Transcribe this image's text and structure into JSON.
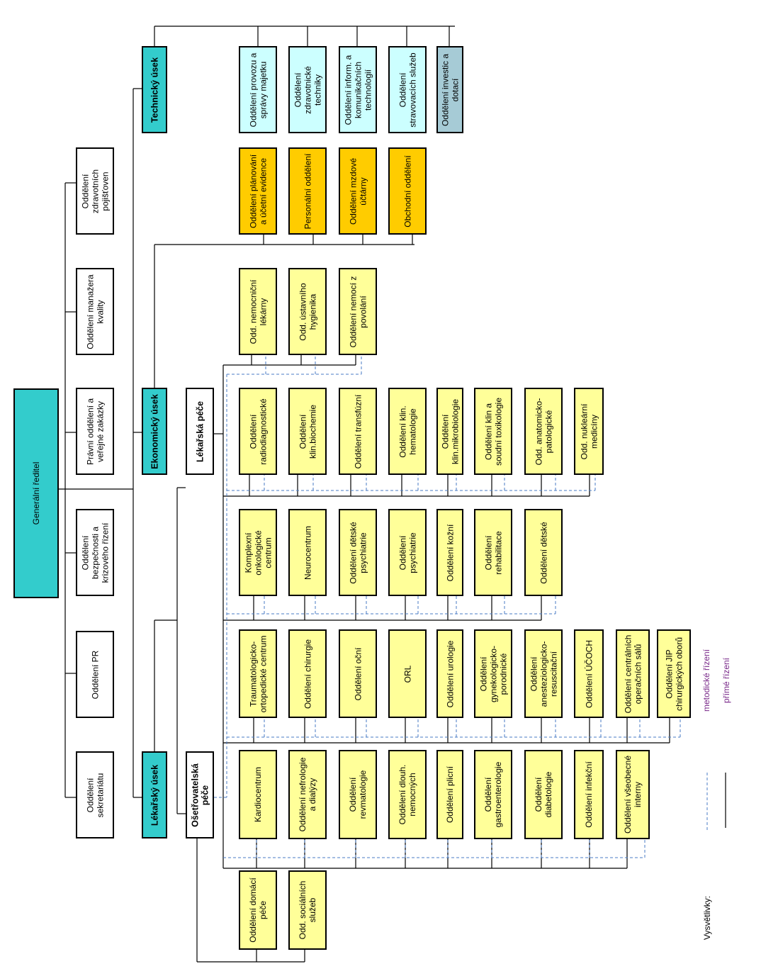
{
  "director": "Generální ředitel",
  "staff_departments": [
    "Oddělení sekretariátu",
    "Oddělení PR",
    "Oddělení bezpečnosti a krizového řízení",
    "Právní oddělení a veřejné zakázky",
    "Oddělení manažera kvality",
    "Oddělení zdravotních pojišťoven"
  ],
  "divisions": {
    "medical": "Lékařský úsek",
    "economic": "Ekonomický úsek",
    "technical": "Technický úsek"
  },
  "care_groups": {
    "nursing": "Ošetřovatelská péče",
    "medical": "Lékařská péče"
  },
  "nursing_departments": [
    "Oddělení domácí péče",
    "Odd. sociálních služeb"
  ],
  "clinical_columns": {
    "col1": [
      "Kardiocentrum",
      "Oddělení nefrologie a dialýzy",
      "Oddělení revmatologie",
      "Oddělení dlouh. nemocných",
      "Oddělení plicní",
      "Oddělení gastroenterologie",
      "Oddělení diabetologie",
      "Oddělení infekční",
      "Oddělení všeobecné interny"
    ],
    "col2": [
      "Traumatologicko-ortopedické centrum",
      "Oddělení chirurgie",
      "Oddělení oční",
      "ORL",
      "Oddělení urologie",
      "Oddělení gynekologicko-porodnické",
      "Oddělení anesteziologicko-resuscitační",
      "Oddělení ÚČOCH",
      "Oddělení centrálních operačních sálů",
      "Oddělení JIP chirurgických oborů"
    ],
    "col3": [
      "Komplexní onkologické centrum",
      "Neurocentrum",
      "Oddělení dětské psychiatrie",
      "Oddělení psychiatrie",
      "Oddělení kožní",
      "Oddělení rehabilitace",
      "Oddělení dětské"
    ],
    "col4": [
      "Oddělení radiodiagnostické",
      "Oddělení klin.biochemie",
      "Oddělení transfúzní",
      "Oddělení klin. hematologie",
      "Oddělení klin.mikrobiologie",
      "Oddělení klin a soudní toxikologie",
      "Odd. anatomicko-patologické",
      "Odd. nukleární medicíny"
    ],
    "col5": [
      "Odd. nemocniční lékárny",
      "Odd. ústavního hygienika",
      "Oddělení nemocí z povolání"
    ]
  },
  "economic_departments": [
    "Oddělení plánování a účetní evidence",
    "Personální oddělení",
    "Oddělení mzdové účtárny",
    "Obchodní oddělení"
  ],
  "technical_departments": [
    "Oddělení provozu a správy majetku",
    "Oddělení zdravotnické techniky",
    "Oddělení inform. a komunikačních technologií",
    "Oddělení stravovacích služeb",
    "Oddělení investic a dotací"
  ],
  "legend": {
    "title": "Vysvětlivky:",
    "methodical": "metodické řízení",
    "direct": "přímé řízení"
  },
  "colors": {
    "director": "#33cccc",
    "division": "#33cccc",
    "clinical": "#ffff99",
    "economic": "#ffcc00",
    "technical": "#ccffff",
    "investment": "#a6cbd6",
    "dashed_line": "#4a7bc4",
    "solid_line": "#000000"
  }
}
